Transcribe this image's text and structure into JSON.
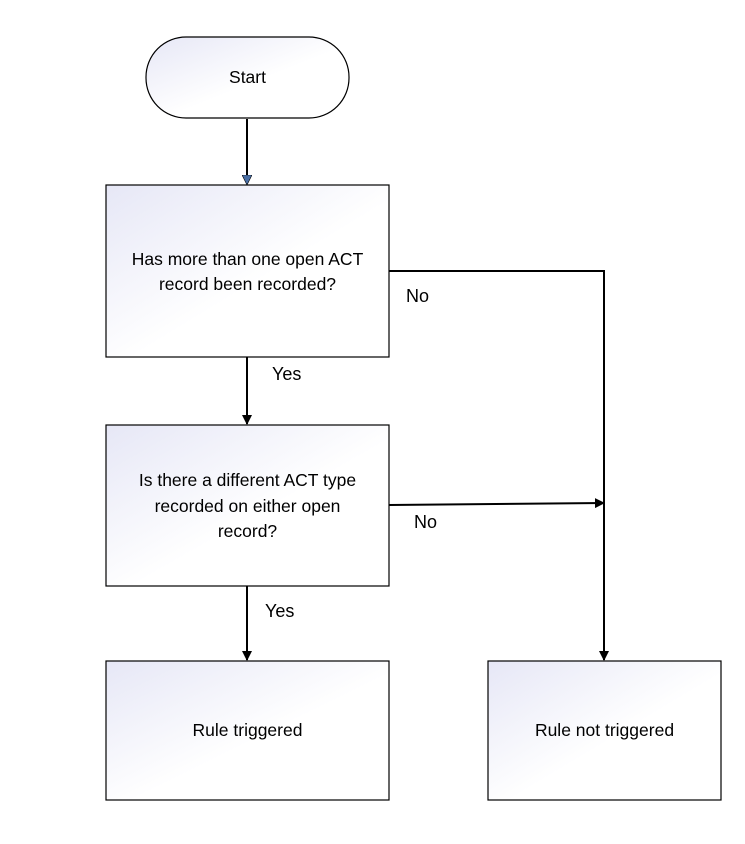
{
  "nodes": {
    "start": {
      "text": "Start"
    },
    "decision_1": {
      "lines": [
        "Has more than one open ACT",
        "record been recorded?"
      ]
    },
    "decision_2": {
      "lines": [
        "Is there a different ACT type",
        "recorded on either open",
        "record?"
      ]
    },
    "outcome_triggered": {
      "text": "Rule triggered"
    },
    "outcome_not_triggered": {
      "text": "Rule not triggered"
    }
  },
  "edges": {
    "d1_yes": "Yes",
    "d1_no": "No",
    "d2_yes": "Yes",
    "d2_no": "No"
  },
  "colors": {
    "box_fill_light": "#e9eaf7",
    "box_fill_white": "#ffffff",
    "line": "#000000",
    "start_arrow": "#4a6fa5"
  }
}
